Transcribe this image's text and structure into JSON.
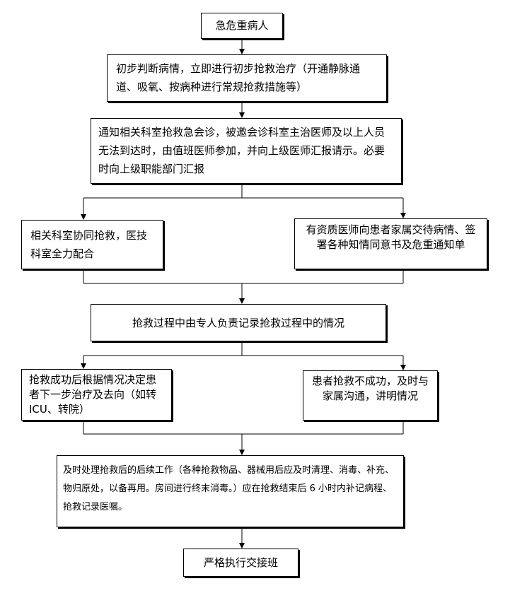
{
  "diagram": {
    "nodes": [
      {
        "id": "n1",
        "text": "急危重病人"
      },
      {
        "id": "n2",
        "text": "初步判断病情，立即进行初步抢救治疗（开通静脉通道、吸氧、按病种进行常规抢救措施等）"
      },
      {
        "id": "n3",
        "text": "通知相关科室抢救急会诊，被邀会诊科室主治医师及以上人员无法到达时，由值班医师参加，并向上级医师汇报请示。必要时向上级职能部门汇报"
      },
      {
        "id": "n4",
        "text": "相关科室协同抢救，医技科室全力配合"
      },
      {
        "id": "n5",
        "text": "有资质医师向患者家属交待病情、签署各种知情同意书及危重通知单"
      },
      {
        "id": "n6",
        "text": "抢救过程中由专人负责记录抢救过程中的情况"
      },
      {
        "id": "n7",
        "text": "抢救成功后根据情况决定患者下一步治疗及去向（如转 ICU、转院）"
      },
      {
        "id": "n8",
        "text": "患者抢救不成功，及时与家属沟通，讲明情况"
      },
      {
        "id": "n9",
        "text": "及时处理抢救后的后续工作（各种抢救物品、器械用后应及时清理、消毒、补充、物归原处，以备再用。房间进行终末消毒。）应在抢救结束后 6 小时内补记病程、抢救记录医嘱。"
      },
      {
        "id": "n10",
        "text": "严格执行交接班"
      }
    ]
  }
}
